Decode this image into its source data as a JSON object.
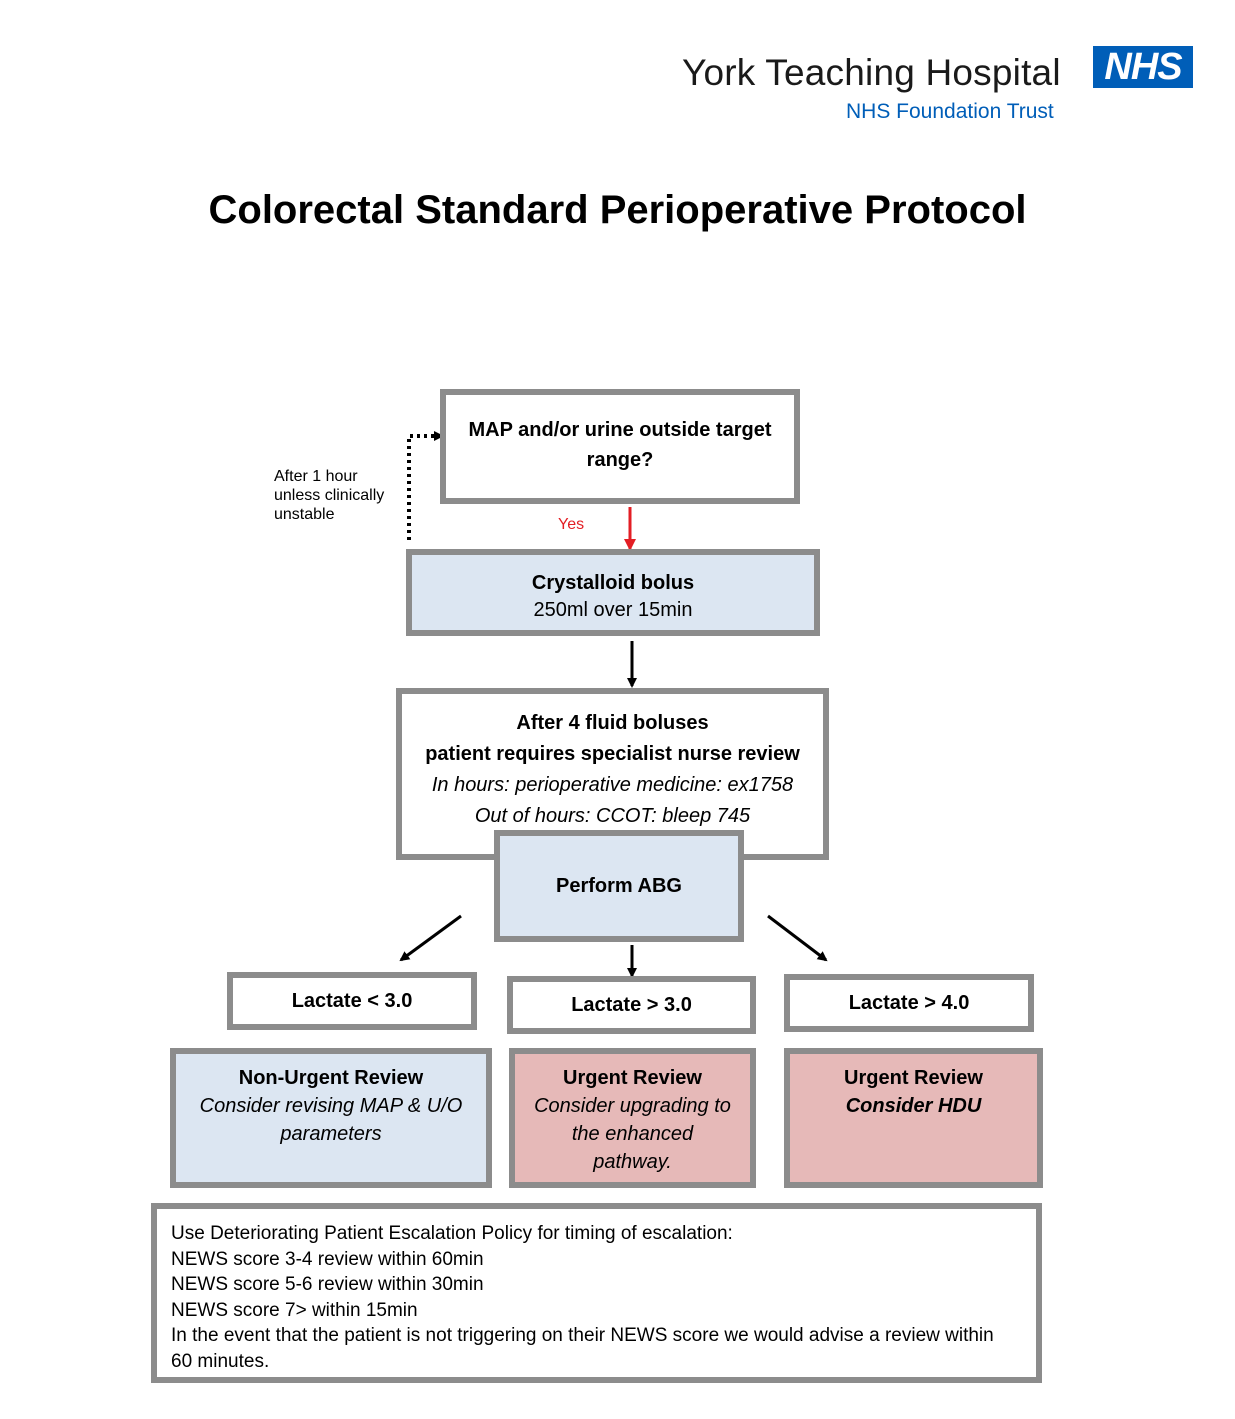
{
  "header": {
    "org_name": "York Teaching Hospital",
    "trust_name": "NHS Foundation Trust",
    "logo_text": "NHS",
    "logo_color": "#005eb8"
  },
  "title": "Colorectal Standard Perioperative Protocol",
  "flow": {
    "map_box": {
      "line1": "MAP and/or urine outside target",
      "line2": "range?"
    },
    "loop_note": {
      "line1": "After 1 hour",
      "line2": "unless clinically",
      "line3": "unstable"
    },
    "yes_label": "Yes",
    "bolus_box": {
      "title": "Crystalloid bolus",
      "detail": "250ml over 15min"
    },
    "review_box": {
      "line1": "After 4 fluid boluses",
      "line2": "patient requires specialist nurse review",
      "line3": "In hours: perioperative medicine: ex1758",
      "line4": "Out of hours: CCOT: bleep 745"
    },
    "abg_box": "Perform ABG",
    "lactate": [
      "Lactate < 3.0",
      "Lactate > 3.0",
      "Lactate > 4.0"
    ],
    "outcomes": [
      {
        "title": "Non-Urgent Review",
        "line1": "Consider revising MAP & U/O",
        "line2": "parameters"
      },
      {
        "title": "Urgent Review",
        "line1": "Consider upgrading to",
        "line2": "the enhanced",
        "line3": "pathway."
      },
      {
        "title": "Urgent Review",
        "line1": "Consider HDU"
      }
    ],
    "escalation": {
      "line1": "Use Deteriorating Patient Escalation Policy for timing of escalation:",
      "line2": "NEWS score 3-4 review within 60min",
      "line3": "NEWS score 5-6 review within 30min",
      "line4": "NEWS score 7> within 15min",
      "line5": "In the event that the patient is not triggering on their NEWS score we would advise a review within",
      "line6": "60 minutes."
    }
  },
  "colors": {
    "box_border": "#8c8c8c",
    "blue_fill": "#dce6f2",
    "pink_fill": "#e6b9b8",
    "yes_arrow": "#e31e24"
  }
}
